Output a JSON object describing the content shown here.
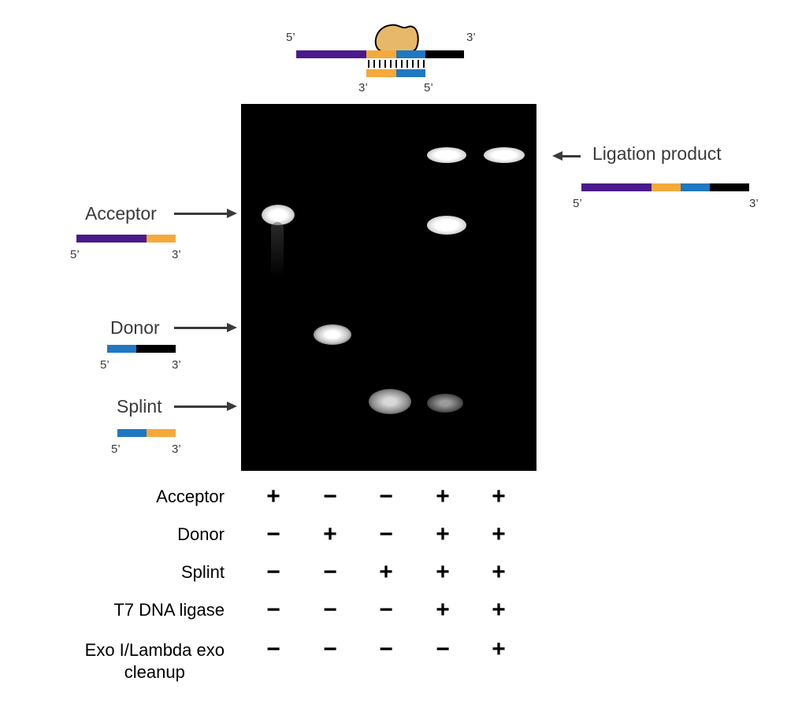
{
  "colors": {
    "acceptor_body": "#4a1a8c",
    "acceptor_end": "#f5a93a",
    "donor_start": "#1f78c1",
    "donor_body": "#000000",
    "enzyme": "#e8b86a",
    "gel": "#000000"
  },
  "top_schematic": {
    "five_prime_left": "5’",
    "three_prime_right": "3’",
    "three_prime_splint": "3’",
    "five_prime_splint": "5’"
  },
  "labels": {
    "acceptor": "Acceptor",
    "donor": "Donor",
    "splint": "Splint",
    "ligation_product": "Ligation product"
  },
  "ends": {
    "five": "5’",
    "three": "3’"
  },
  "conditions": [
    {
      "name": "Acceptor",
      "signs": [
        "+",
        "−",
        "−",
        "+",
        "+"
      ]
    },
    {
      "name": "Donor",
      "signs": [
        "−",
        "+",
        "−",
        "+",
        "+"
      ]
    },
    {
      "name": "Splint",
      "signs": [
        "−",
        "−",
        "+",
        "+",
        "+"
      ]
    },
    {
      "name": "T7 DNA ligase",
      "signs": [
        "−",
        "−",
        "−",
        "+",
        "+"
      ]
    },
    {
      "name": "Exo I/Lambda exo\ncleanup",
      "signs": [
        "−",
        "−",
        "−",
        "−",
        "+"
      ]
    }
  ]
}
